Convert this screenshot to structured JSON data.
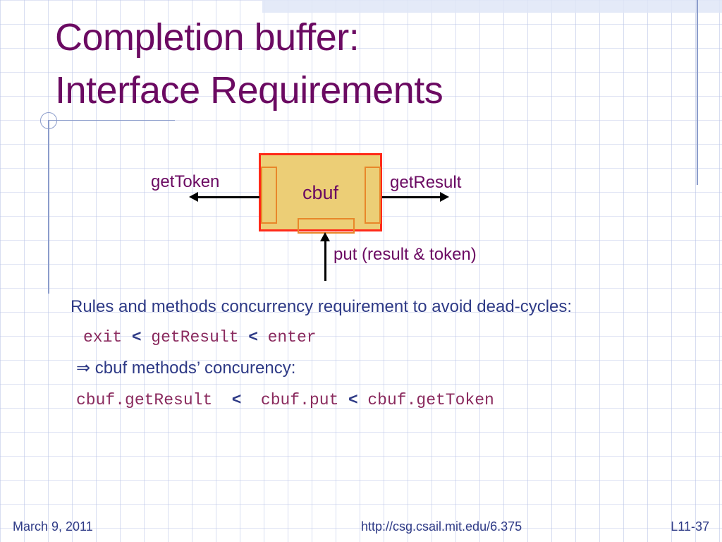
{
  "slide": {
    "title": "Completion buffer:\nInterface Requirements",
    "title_color": "#6b0a62",
    "body_color": "#2e3a86",
    "code_color": "#8a2a5e"
  },
  "diagram": {
    "module_label": "cbuf",
    "box_fill": "#ecce76",
    "box_border": "#ff2a19",
    "port_border": "#e8872a",
    "ports": [
      {
        "name": "left-port",
        "method": "getToken"
      },
      {
        "name": "right-port",
        "method": "getResult"
      },
      {
        "name": "bottom-port",
        "method": "put"
      }
    ],
    "labels": {
      "left": "getToken",
      "right": "getResult",
      "bottom": "put (result & token)"
    }
  },
  "body": {
    "intro": "Rules and methods concurrency requirement to avoid dead-cycles:",
    "rule_line": {
      "a": "exit",
      "op1": "<",
      "b": "getResult",
      "op2": "<",
      "c": "enter"
    },
    "implies": "⇒ cbuf methods’ concurency:",
    "concurrency_line": {
      "a": "cbuf.getResult",
      "op1": "<",
      "b": "cbuf.put",
      "op2": "<",
      "c": "cbuf.getToken"
    }
  },
  "footer": {
    "date": "March 9, 2011",
    "url": "http://csg.csail.mit.edu/6.375",
    "page": "L11-37"
  }
}
